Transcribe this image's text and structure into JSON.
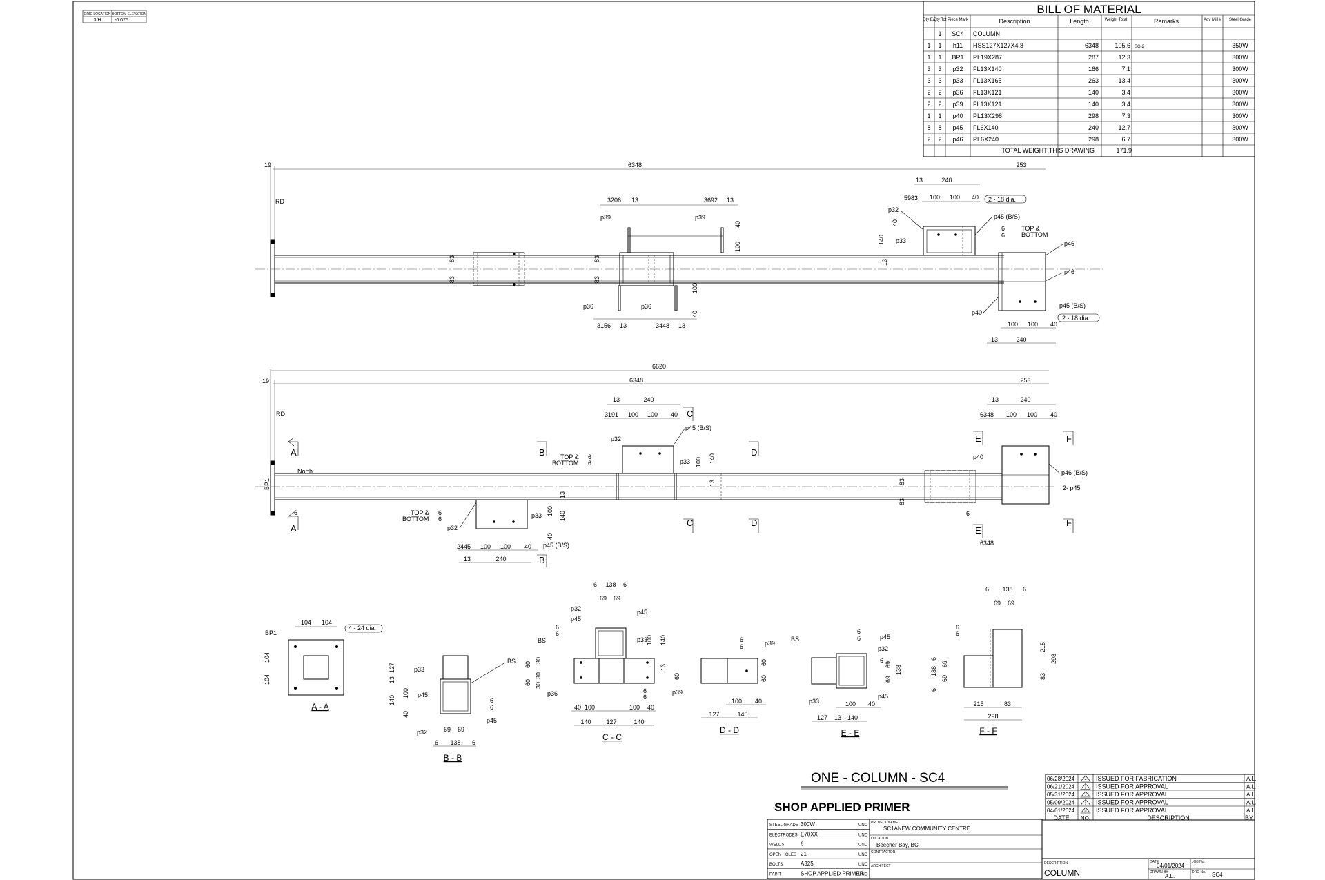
{
  "grid_box": {
    "h1": "GRID LOCATION",
    "h2": "BOTTOM ELEVATION",
    "v1": "3/H",
    "v2": "-0.075"
  },
  "bom": {
    "title": "BILL OF MATERIAL",
    "headers": {
      "qea": "Qty Ea",
      "qtot": "Qty Tot",
      "mark": "Piece Mark",
      "desc": "Description",
      "len": "Length",
      "wt": "Weight Total",
      "rem": "Remarks",
      "adv": "Adv Mill #",
      "grade": "Steel Grade"
    },
    "rows": [
      {
        "qea": "",
        "qtot": "1",
        "mark": "SC4",
        "desc": "COLUMN",
        "len": "",
        "wt": "",
        "rem": "",
        "grade": ""
      },
      {
        "qea": "1",
        "qtot": "1",
        "mark": "h11",
        "desc": "HSS127X127X4.8",
        "len": "6348",
        "wt": "105.6",
        "rem": "SG-2",
        "grade": "350W"
      },
      {
        "qea": "1",
        "qtot": "1",
        "mark": "BP1",
        "desc": "PL19X287",
        "len": "287",
        "wt": "12.3",
        "rem": "",
        "grade": "300W"
      },
      {
        "qea": "3",
        "qtot": "3",
        "mark": "p32",
        "desc": "FL13X140",
        "len": "166",
        "wt": "7.1",
        "rem": "",
        "grade": "300W"
      },
      {
        "qea": "3",
        "qtot": "3",
        "mark": "p33",
        "desc": "FL13X165",
        "len": "263",
        "wt": "13.4",
        "rem": "",
        "grade": "300W"
      },
      {
        "qea": "2",
        "qtot": "2",
        "mark": "p36",
        "desc": "FL13X121",
        "len": "140",
        "wt": "3.4",
        "rem": "",
        "grade": "300W"
      },
      {
        "qea": "2",
        "qtot": "2",
        "mark": "p39",
        "desc": "FL13X121",
        "len": "140",
        "wt": "3.4",
        "rem": "",
        "grade": "300W"
      },
      {
        "qea": "1",
        "qtot": "1",
        "mark": "p40",
        "desc": "PL13X298",
        "len": "298",
        "wt": "7.3",
        "rem": "",
        "grade": "300W"
      },
      {
        "qea": "8",
        "qtot": "8",
        "mark": "p45",
        "desc": "FL6X140",
        "len": "240",
        "wt": "12.7",
        "rem": "",
        "grade": "300W"
      },
      {
        "qea": "2",
        "qtot": "2",
        "mark": "p46",
        "desc": "PL6X240",
        "len": "298",
        "wt": "6.7",
        "rem": "",
        "grade": "300W"
      }
    ],
    "total_label": "TOTAL WEIGHT THIS DRAWING",
    "total_value": "171.9"
  },
  "top_view": {
    "overall": "6348",
    "base": "19",
    "right": "253",
    "rd": "RD",
    "d3206": "3206",
    "d13": "13",
    "d3692": "3692",
    "p39": "p39",
    "d40": "40",
    "d100": "100",
    "d83": "83",
    "p36": "p36",
    "d3156": "3156",
    "d3448": "3448",
    "d240": "240",
    "d5983": "5983",
    "p32": "p32",
    "p33": "p33",
    "d140": "140",
    "holes": "2 - 18 dia.",
    "p45bs": "p45 (B/S)",
    "d6": "6",
    "topbot1": "TOP &",
    "topbot2": "BOTTOM",
    "p46": "p46",
    "p40": "p40"
  },
  "elev_view": {
    "overall": "6620",
    "length": "6348",
    "base": "19",
    "right": "253",
    "rd": "RD",
    "d13": "13",
    "d240": "240",
    "d3191": "3191",
    "d100": "100",
    "d40": "40",
    "d6348": "6348",
    "secA": "A",
    "secB": "B",
    "secC": "C",
    "secD": "D",
    "secE": "E",
    "secF": "F",
    "p32": "p32",
    "p45bs": "p45 (B/S)",
    "p33": "p33",
    "d140": "140",
    "topbot1": "TOP &",
    "topbot2": "BOTTOM",
    "d6": "6",
    "north": "North",
    "bp1": "BP1",
    "p40": "p40",
    "p46bs": "p46 (B/S)",
    "two_p45": "2- p45",
    "d83": "83",
    "d2445": "2445"
  },
  "sections": {
    "aa": {
      "title": "A - A",
      "bp1": "BP1",
      "d104": "104",
      "holes": "4 - 24 dia."
    },
    "bb": {
      "title": "B - B",
      "p33": "p33",
      "p45": "p45",
      "p32": "p32",
      "bs": "BS",
      "d127": "127",
      "d13": "13",
      "d140": "140",
      "d100": "100",
      "d40": "40",
      "d69": "69",
      "d138": "138",
      "d6": "6"
    },
    "cc": {
      "title": "C - C",
      "p32": "p32",
      "p45": "p45",
      "bs": "BS",
      "p33": "p33",
      "p36": "p36",
      "p39": "p39",
      "d6": "6",
      "d138": "138",
      "d69": "69",
      "d140": "140",
      "d100": "100",
      "d60": "60",
      "d30": "30",
      "d127": "127",
      "d40": "40",
      "d13": "13"
    },
    "dd": {
      "title": "D - D",
      "p39": "p39",
      "d6": "6",
      "d60": "60",
      "d100": "100",
      "d40": "40",
      "d127": "127",
      "d140": "140"
    },
    "ee": {
      "title": "E - E",
      "bs": "BS",
      "p45": "p45",
      "p32": "p32",
      "p33": "p33",
      "d6": "6",
      "d69": "69",
      "d138": "138",
      "d100": "100",
      "d40": "40",
      "d127": "127",
      "d13": "13",
      "d140": "140"
    },
    "ff": {
      "title": "F - F",
      "d6": "6",
      "d138": "138",
      "d69": "69",
      "d215": "215",
      "d298": "298",
      "d83": "83"
    }
  },
  "title_block": {
    "drawing_title": "ONE - COLUMN - SC4",
    "primer": "SHOP APPLIED PRIMER",
    "specs": [
      {
        "label": "STEEL GRADE",
        "value": "300W",
        "uno": "UNO"
      },
      {
        "label": "ELECTRODES",
        "value": "E70XX",
        "uno": "UNO"
      },
      {
        "label": "WELDS",
        "value": "6",
        "uno": "UNO"
      },
      {
        "label": "OPEN HOLES",
        "value": "21",
        "uno": "UNO"
      },
      {
        "label": "BOLTS",
        "value": "A325",
        "uno": "UNO"
      },
      {
        "label": "PAINT",
        "value": "SHOP APPLIED PRIMER",
        "uno": "UNO"
      }
    ],
    "project_label": "PROJECT NAME",
    "project": "SC1ANEW COMMUNITY CENTRE",
    "location_label": "LOCATION",
    "location": "Beecher Bay, BC",
    "contractor_label": "CONTRACTOR",
    "architect_label": "ARCHITECT",
    "revisions": [
      {
        "date": "06/28/2024",
        "no": "4",
        "desc": "ISSUED FOR FABRICATION",
        "by": "A.L."
      },
      {
        "date": "06/21/2024",
        "no": "3",
        "desc": "ISSUED FOR APPROVAL",
        "by": "A.L."
      },
      {
        "date": "05/31/2024",
        "no": "2",
        "desc": "ISSUED FOR APPROVAL",
        "by": "A.L."
      },
      {
        "date": "05/09/2024",
        "no": "1",
        "desc": "ISSUED FOR APPROVAL",
        "by": "A.L."
      },
      {
        "date": "04/01/2024",
        "no": "0",
        "desc": "ISSUED FOR APPROVAL",
        "by": "A.L."
      }
    ],
    "rev_headers": {
      "date": "DATE",
      "no": "NO.",
      "desc": "DESCRIPTION",
      "by": "BY"
    },
    "desc_label": "DESCRIPTION",
    "desc_value": "COLUMN",
    "date_label": "DATE",
    "date_value": "04/01/2024",
    "job_label": "JOB No.",
    "drawn_label": "DRAWN BY",
    "drawn_value": "A.L.",
    "dwg_label": "DRG No.",
    "dwg_value": "SC4"
  }
}
